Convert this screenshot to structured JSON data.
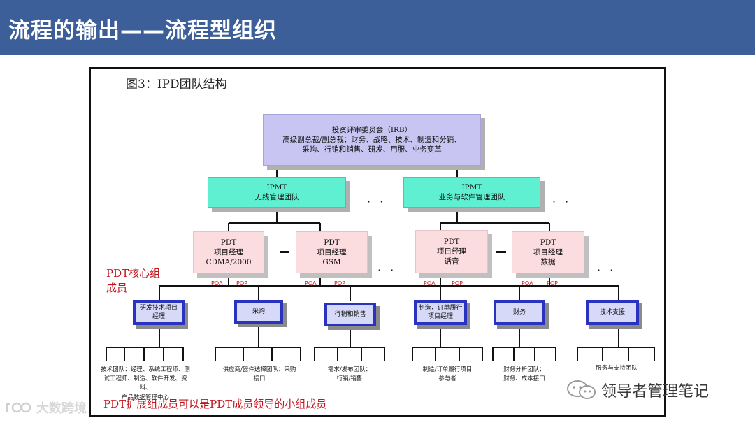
{
  "header": {
    "title": "流程的输出——流程型组织"
  },
  "figure": {
    "title": "图3：IPD团队结构",
    "irb": {
      "line1": "投资评审委员会（IRB）",
      "line2": "高级副总裁/副总裁：财务、战略、技术、制造和分销、",
      "line3": "采购、行销和销售、研发、用服、业务变革"
    },
    "ipmt": [
      {
        "line1": "IPMT",
        "line2": "无线管理团队"
      },
      {
        "line1": "IPMT",
        "line2": "业务与软件管理团队"
      }
    ],
    "pdt": [
      {
        "line1": "PDT",
        "line2": "项目经理",
        "line3": "CDMA/2000"
      },
      {
        "line1": "PDT",
        "line2": "项目经理",
        "line3": "GSM"
      },
      {
        "line1": "PDT",
        "line2": "项目经理",
        "line3": "话音"
      },
      {
        "line1": "PDT",
        "line2": "项目经理",
        "line3": "数据"
      }
    ],
    "pqa": "PQA",
    "pop": "POP",
    "dots": "· ·",
    "core_label": "PDT核心组成员",
    "teams": [
      {
        "label": "研发技术项目经理"
      },
      {
        "label": "采购"
      },
      {
        "label": "行销和销售"
      },
      {
        "label": "制造，订单履行项目经理"
      },
      {
        "label": "财务"
      },
      {
        "label": "技术支援"
      }
    ],
    "members": [
      {
        "line1": "技术团队：经理、系统工程师、测",
        "line2": "试工程师、制造、软件开发、资料、",
        "line3": "产品数据管理中心"
      },
      {
        "line1": "供应商/器件选择团队：采购",
        "line2": "接口"
      },
      {
        "line1": "需求/发布团队：",
        "line2": "行销/销售"
      },
      {
        "line1": "制造/订单履行项目",
        "line2": "参与者"
      },
      {
        "line1": "财务分析团队：",
        "line2": "财务、成本接口"
      },
      {
        "line1": "服务与支持团队"
      }
    ],
    "bottom_note": "PDT扩展组成员可以是PDT成员领导的小组成员"
  },
  "wechat": {
    "text": "领导者管理笔记"
  },
  "watermark": {
    "text": "大数跨境"
  },
  "colors": {
    "header": "#3c5f9a",
    "irb": "#c9c5f3",
    "ipmt": "#5ff0d2",
    "pdt": "#fbdcdf",
    "team_border": "#2a33c0",
    "red": "#c0151b"
  }
}
